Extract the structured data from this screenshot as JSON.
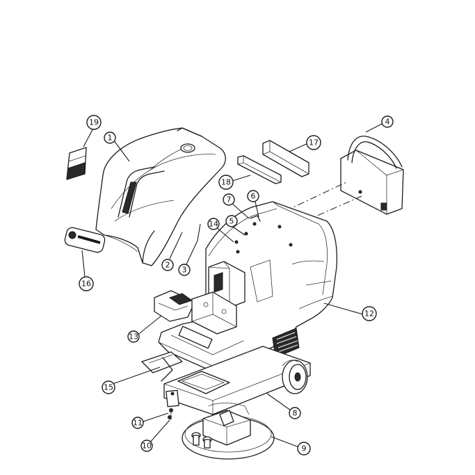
{
  "callouts": [
    {
      "label": "19"
    },
    {
      "label": "1"
    },
    {
      "label": "2"
    },
    {
      "label": "3"
    },
    {
      "label": "16"
    },
    {
      "label": "18"
    },
    {
      "label": "17"
    },
    {
      "label": "4"
    },
    {
      "label": "7"
    },
    {
      "label": "6"
    },
    {
      "label": "14"
    },
    {
      "label": "5"
    },
    {
      "label": "12"
    },
    {
      "label": "13"
    },
    {
      "label": "15"
    },
    {
      "label": "8"
    },
    {
      "label": "11"
    },
    {
      "label": "10"
    },
    {
      "label": "9"
    }
  ]
}
